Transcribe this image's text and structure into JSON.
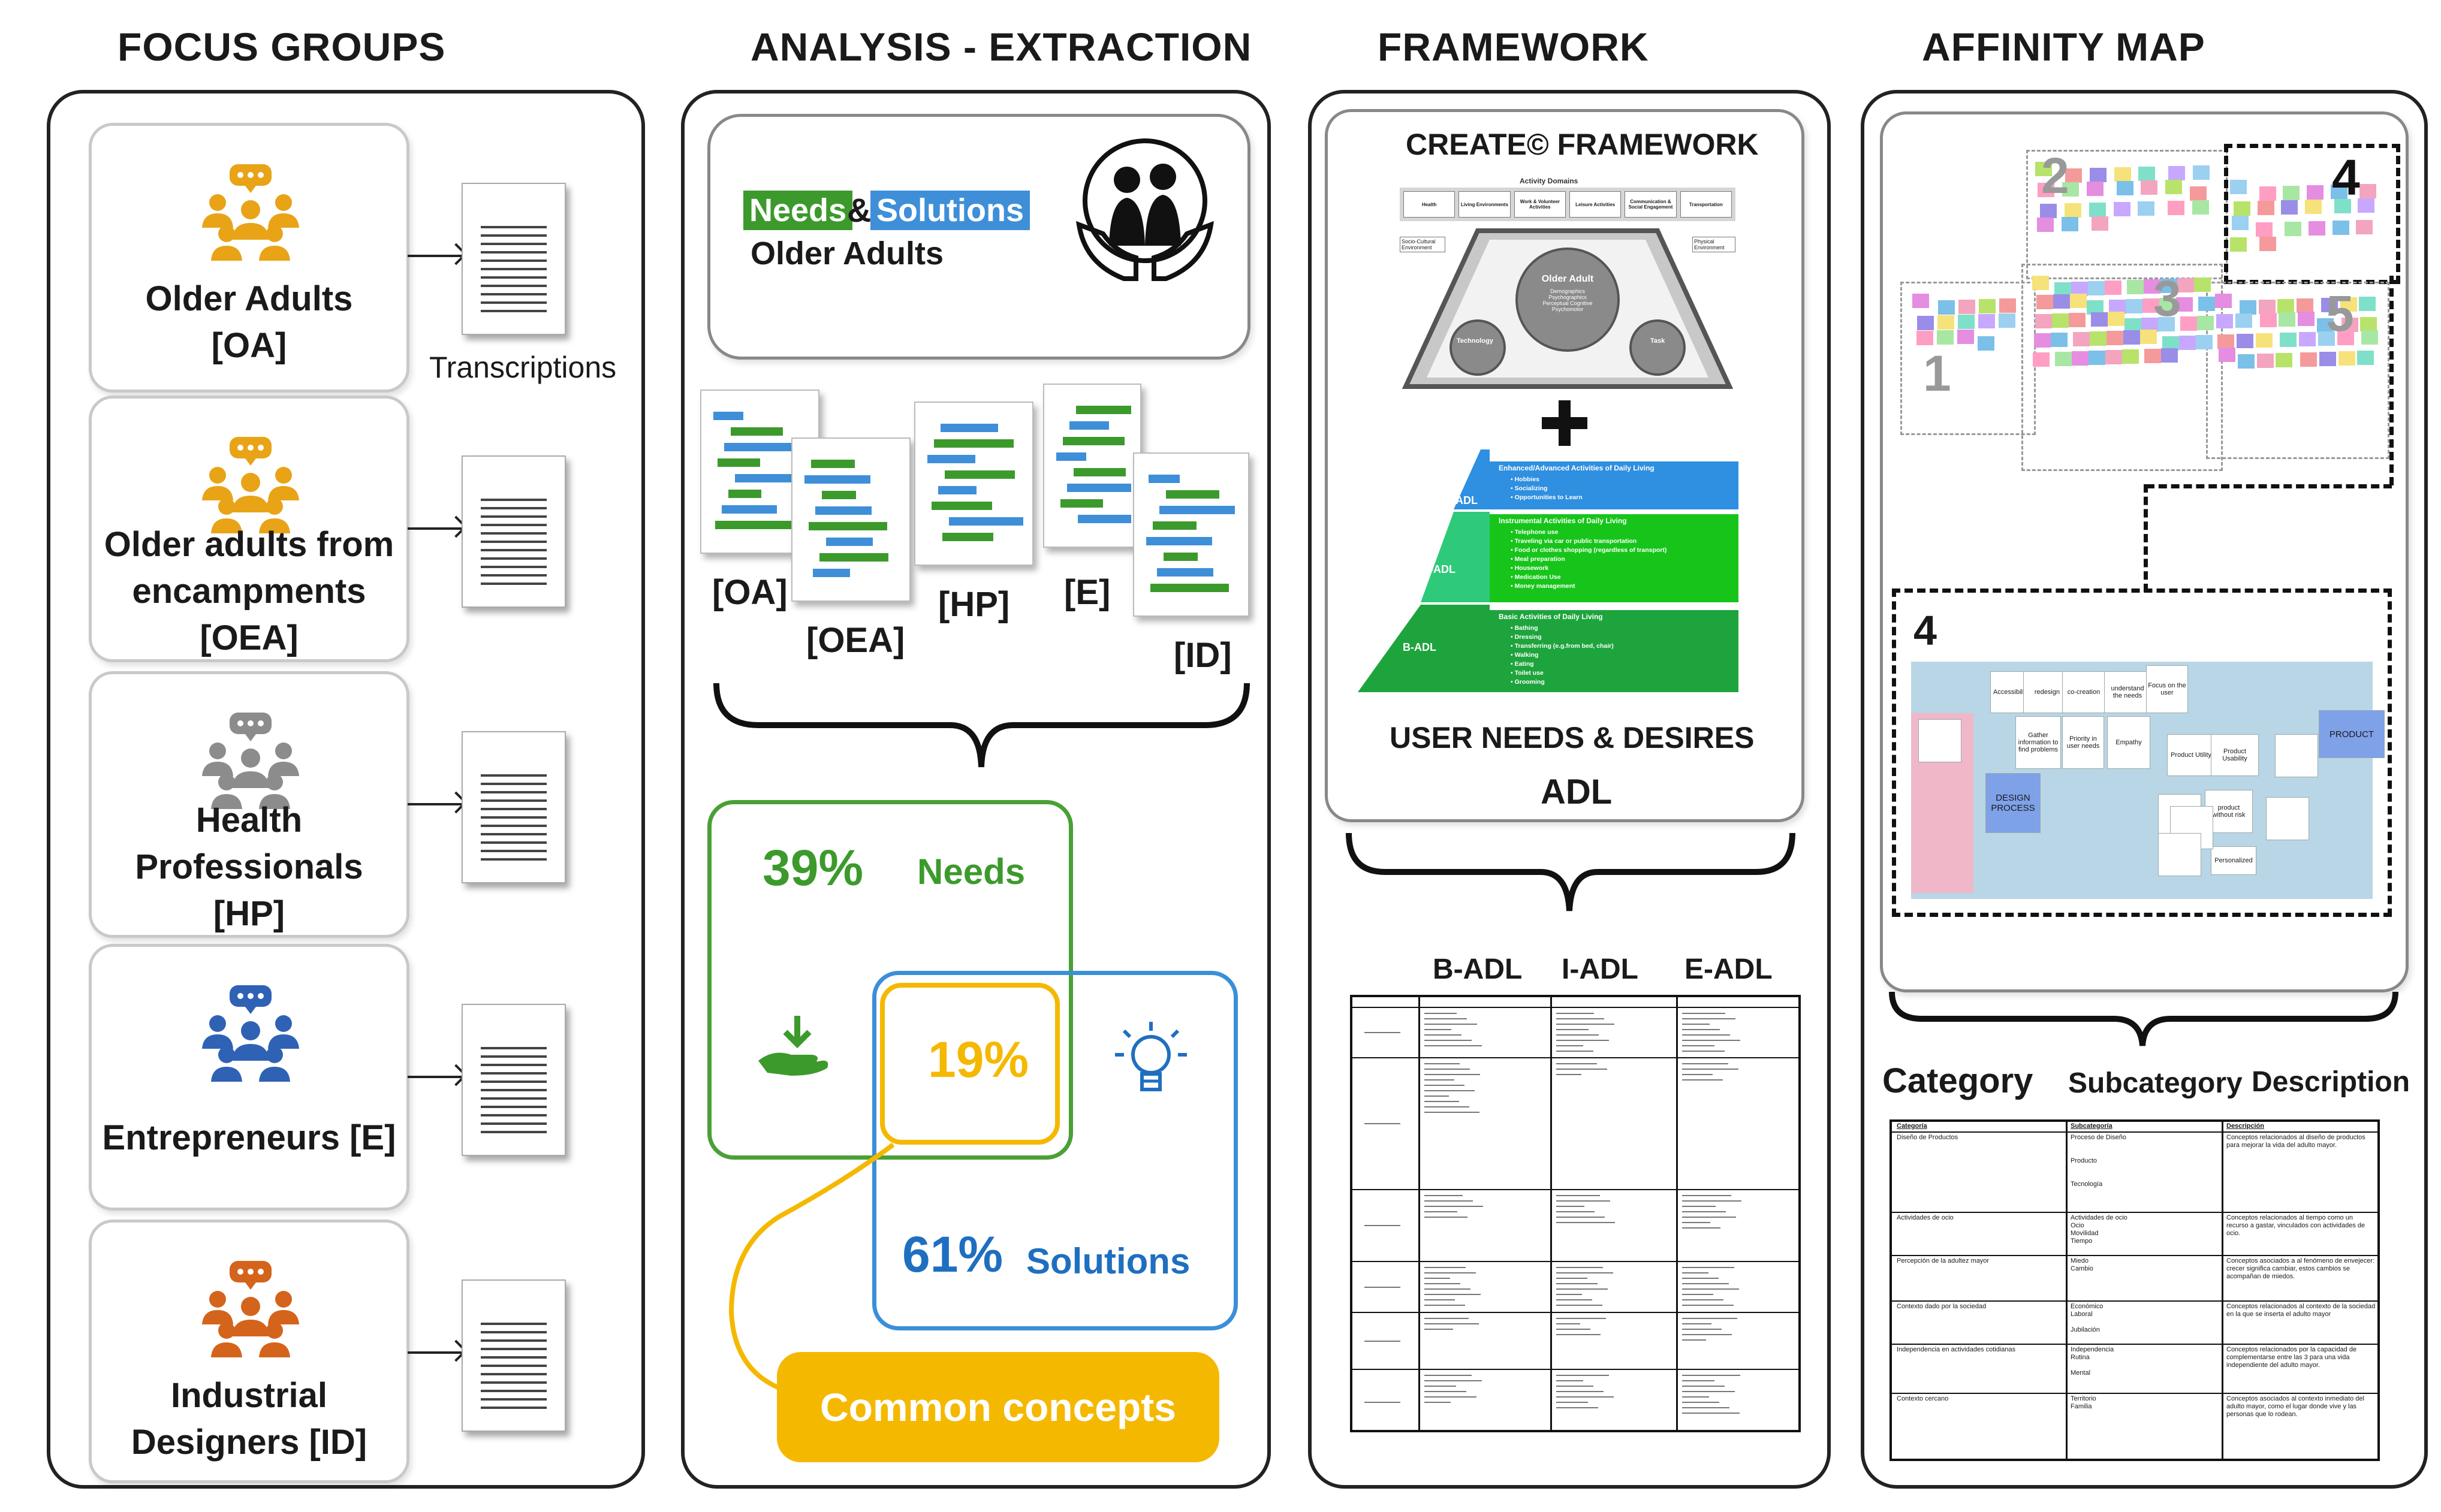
{
  "headers": {
    "focus_groups": "FOCUS GROUPS",
    "analysis": "ANALYSIS - EXTRACTION",
    "framework": "FRAMEWORK",
    "affinity": "AFFINITY MAP"
  },
  "focus_groups": [
    {
      "lines": [
        "Older Adults",
        "[OA]"
      ],
      "color": "#e8a317"
    },
    {
      "lines": [
        "Older adults from",
        "encampments",
        "[OEA]"
      ],
      "color": "#e8a317"
    },
    {
      "lines": [
        "Health",
        "Professionals",
        "[HP]"
      ],
      "color": "#8c8c8c"
    },
    {
      "lines": [
        "Entrepreneurs [E]"
      ],
      "color": "#2f62b5"
    },
    {
      "lines": [
        "Industrial",
        "Designers  [ID]"
      ],
      "color": "#d4641c"
    }
  ],
  "transcriptions_label": "Transcriptions",
  "analysis": {
    "needs_label": "Needs",
    "amp": "&",
    "solutions_label": "Solutions",
    "older_adults": "Older Adults",
    "doc_labels": [
      "[OA]",
      "[OEA]",
      "[HP]",
      "[E]",
      "[ID]"
    ],
    "venn": {
      "needs_pct": "39%",
      "needs": "Needs",
      "common_pct": "19%",
      "solutions_pct": "61%",
      "solutions": "Solutions",
      "common_concepts": "Common concepts"
    },
    "colors": {
      "needs": "#3c9a2c",
      "solutions": "#1f6fc0",
      "common": "#f5b800"
    }
  },
  "framework": {
    "title": "CREATE© FRAMEWORK",
    "domains_title": "Activity Domains",
    "domains": [
      "Health",
      "Living Environments",
      "Work & Volunteer Activities",
      "Leisure Activities",
      "Communication & Social Engagement",
      "Transportation"
    ],
    "older_adult": "Older Adult",
    "older_adult_sub": "Demographics Psychographics Perceptual Cognitive Psychomotor",
    "technology": "Technology",
    "task": "Task",
    "env_left": "Socio-Cultural Environment",
    "env_right": "Physical Environment",
    "plus": "+",
    "adl_levels": [
      {
        "tag": "E-ADL",
        "title": "Enhanced/Advanced Activities of Daily Living",
        "items": [
          "Hobbies",
          "Socializing",
          "Opportunities to Learn"
        ]
      },
      {
        "tag": "I-ADL",
        "title": "Instrumental Activities of Daily Living",
        "items": [
          "Telephone use",
          "Traveling via car or public transportation",
          "Food or clothes shopping (regardless of transport)",
          "Meal preparation",
          "Housework",
          "Medication Use",
          "Money management"
        ]
      },
      {
        "tag": "B-ADL",
        "title": "Basic Activities of Daily Living",
        "items": [
          "Bathing",
          "Dressing",
          "Transferring (e.g.from bed, chair)",
          "Walking",
          "Eating",
          "Toilet use",
          "Grooming"
        ]
      }
    ],
    "user_needs": "USER NEEDS & DESIRES",
    "adl": "ADL",
    "table_headers": [
      "B-ADL",
      "I-ADL",
      "E-ADL"
    ]
  },
  "affinity": {
    "cluster_numbers": [
      "1",
      "2",
      "3",
      "4",
      "5"
    ],
    "zoom_number": "4",
    "zoom_notes": [
      "Accessibility",
      "redesign",
      "co-creation",
      "understand the needs",
      "Focus on the user",
      "Gather information to find problems",
      "Priority in user needs",
      "Empathy",
      "Product Utility",
      "Product Usability",
      "DESIGN PROCESS",
      "PRODUCT",
      "product without risk",
      "Personalized"
    ],
    "table_headers": [
      "Category",
      "Subcategory",
      "Description"
    ],
    "table_cols": [
      "Categoría",
      "Subcategoría",
      "Descripción"
    ],
    "table_rows": [
      {
        "cat": "Diseño de Productos",
        "sub": "Proceso de Diseño\n\n\nProducto\n\n\nTecnología",
        "desc": "Conceptos relacionados al diseño de productos para mejorar la vida del adulto mayor."
      },
      {
        "cat": "Actividades de ocio",
        "sub": "Actividades de ocio\nOcio\nMovilidad\nTiempo",
        "desc": "Conceptos relacionados al tiempo como un recurso a gastar, vinculados con actividades de ocio."
      },
      {
        "cat": "Percepción de la adultez mayor",
        "sub": "Miedo\nCambio",
        "desc": "Conceptos asociados a al fenómeno de envejecer: crecer significa cambiar, estos cambios se acompañan de miedos."
      },
      {
        "cat": "Contexto dado por la sociedad",
        "sub": "Económico\nLaboral\n\nJubilación",
        "desc": "Conceptos relacionados al contexto de la sociedad en la que se inserta el adulto mayor"
      },
      {
        "cat": "Independencia en actividades cotidianas",
        "sub": "Independencia\nRutina\n\nMental",
        "desc": "Conceptos relacionados por la capacidad de complementarse entre las 3 para una vida independiente del adulto mayor."
      },
      {
        "cat": "Contexto cercano",
        "sub": "Territorio\nFamilia",
        "desc": "Conceptos asociados al contexto inmediato del adulto mayor, como el lugar donde vive y las personas que lo rodean."
      }
    ]
  }
}
